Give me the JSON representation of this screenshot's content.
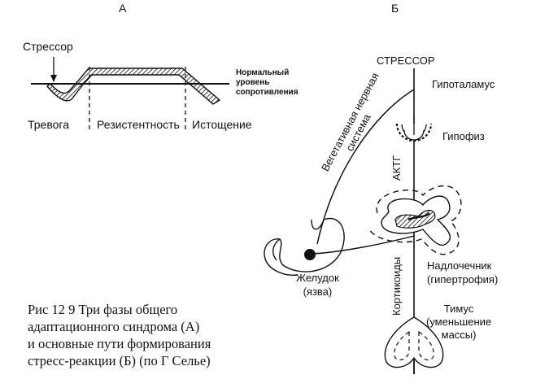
{
  "panel_a": {
    "label": "А",
    "stressor": "Стрессор",
    "normal_level": [
      "Нормальный",
      "уровень",
      "сопротивления"
    ],
    "phases": [
      "Тревога",
      "Резистентность",
      "Истощение"
    ]
  },
  "panel_b": {
    "label": "Б",
    "stressor": "СТРЕССОР",
    "hypothalamus": "Гипоталамус",
    "pituitary": "Гипофиз",
    "acth": "АКТГ",
    "vegetative": [
      "Вегетативная нервная",
      "система"
    ],
    "adrenal": [
      "Надлочечник",
      "(гипертрофия)"
    ],
    "corticoids": "Кортикоиды",
    "stomach": [
      "Желудок",
      "(язва)"
    ],
    "thymus": [
      "Тимус",
      "(уменьшение",
      "массы)"
    ]
  },
  "caption": [
    "Рис  12 9   Три фазы общего",
    "адаптационного синдрома (А)",
    "и основные пути формирования",
    "стресс-реакции (Б) (по Г Селье)"
  ],
  "colors": {
    "ink": "#111111",
    "background": "#ffffff"
  }
}
